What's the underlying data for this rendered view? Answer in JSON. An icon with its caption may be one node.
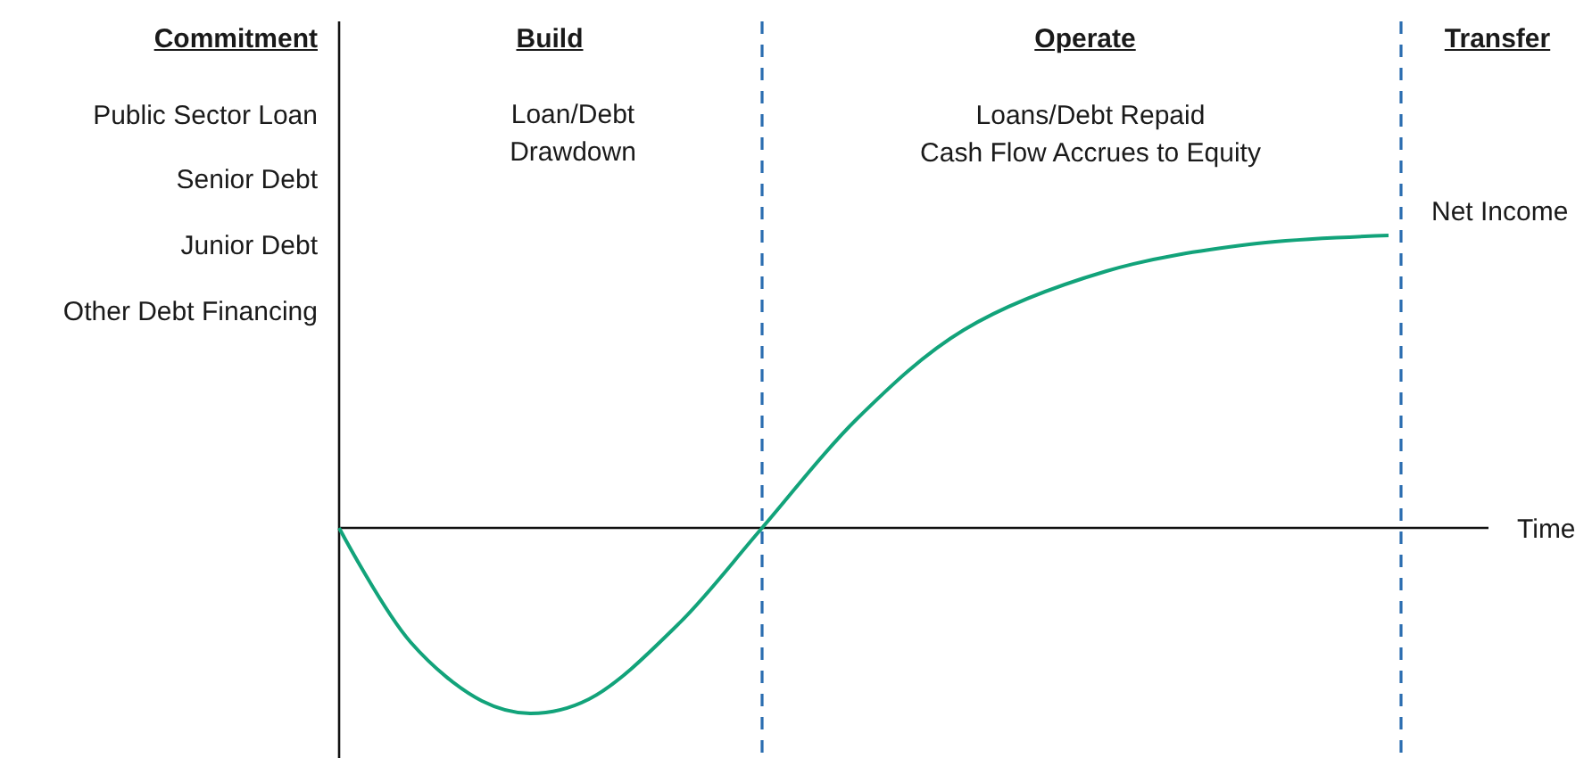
{
  "diagram": {
    "labels": [
      "Commitment",
      "Build",
      "Operate",
      "Transfer",
      "Public Sector Loan",
      "Loan/Debt Drawdown",
      "Loans/Debt Repaid",
      "Senior Debt",
      "Cash Flow Accrues to Equity",
      "Junior Debt",
      "Net Income",
      "Other Debt Financing",
      "Time"
    ]
  }
}
